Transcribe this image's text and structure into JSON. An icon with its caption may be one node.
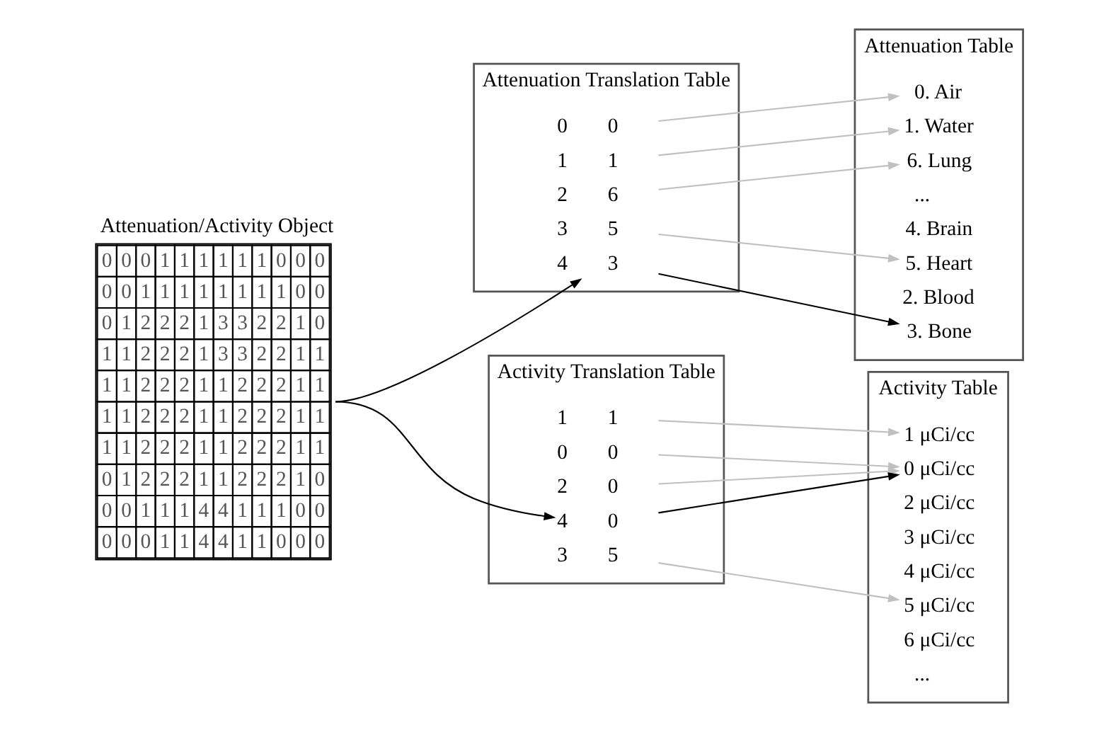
{
  "diagram": {
    "nodes": [
      {
        "text": [
          "Attenuation/Activity Object",
          "0 0 0 1 1 1 1 1 1 0 0 0",
          "0 0 1 1 1 1 1 1 1 1 0 0",
          "0 1 2 2 2 1 3 3 2 2 1 0",
          "1 1 2 2 2 1 3 3 2 2 1 1",
          "1 1 2 2 2 1 1 2 2 2 1 1",
          "1 1 2 2 2 1 1 2 2 2 1 1",
          "1 1 2 2 2 1 1 2 2 2 1 1",
          "0 1 2 2 2 1 1 2 2 2 1 0",
          "0 0 1 1 1 4 4 1 1 1 0 0",
          "0 0 0 1 1 4 4 1 1 0 0 0"
        ]
      },
      {
        "text": [
          "Attenuation Translation Table"
        ]
      },
      {
        "text": [
          "0",
          "0"
        ],
        "in": 1
      },
      {
        "text": [
          "1",
          "1"
        ],
        "in": 1
      },
      {
        "text": [
          "2",
          "6"
        ],
        "in": 1
      },
      {
        "text": [
          "3",
          "5"
        ],
        "in": 1
      },
      {
        "text": [
          "4",
          "3"
        ],
        "in": 1
      },
      {
        "text": [
          "Attenuation Table"
        ]
      },
      {
        "text": [
          "0. Air"
        ],
        "in": 7
      },
      {
        "text": [
          "1. Water"
        ],
        "in": 7
      },
      {
        "text": [
          "2. Blood"
        ],
        "in": 7
      },
      {
        "text": [
          "3. Bone"
        ],
        "in": 7
      },
      {
        "text": [
          "4. Brain"
        ],
        "in": 7
      },
      {
        "text": [
          "5. Heart"
        ],
        "in": 7
      },
      {
        "text": [
          "6. Lung"
        ],
        "in": 7
      },
      {
        "text": [
          "..."
        ],
        "in": 7
      },
      {
        "text": [
          "Activity Translation Table"
        ]
      },
      {
        "text": [
          "0",
          "0"
        ],
        "in": 16
      },
      {
        "text": [
          "1",
          "1"
        ],
        "in": 16
      },
      {
        "text": [
          "2",
          "0"
        ],
        "in": 16
      },
      {
        "text": [
          "3",
          "5"
        ],
        "in": 16
      },
      {
        "text": [
          "4",
          "0"
        ],
        "in": 16
      },
      {
        "text": [
          "Activity Table"
        ]
      },
      {
        "text": [
          "0 μCi/cc"
        ],
        "in": 22
      },
      {
        "text": [
          "1 μCi/cc"
        ],
        "in": 22
      },
      {
        "text": [
          "2 μCi/cc"
        ],
        "in": 22
      },
      {
        "text": [
          "3 μCi/cc"
        ],
        "in": 22
      },
      {
        "text": [
          "4 μCi/cc"
        ],
        "in": 22
      },
      {
        "text": [
          "5 μCi/cc"
        ],
        "in": 22
      },
      {
        "text": [
          "6 μCi/cc"
        ],
        "in": 22
      },
      {
        "text": [
          "..."
        ],
        "in": 22
      }
    ],
    "edges": [
      {
        "from": 0,
        "to": 6,
        "arrow": "to",
        "color": "#000000"
      },
      {
        "from": 0,
        "to": 21,
        "arrow": "to",
        "color": "#000000"
      },
      {
        "from": 2,
        "to": 8,
        "arrow": "to"
      },
      {
        "from": 3,
        "to": 9,
        "arrow": "to"
      },
      {
        "from": 4,
        "to": 14,
        "arrow": "to"
      },
      {
        "from": 5,
        "to": 13,
        "arrow": "to"
      },
      {
        "from": 6,
        "to": 11,
        "arrow": "to",
        "color": "#000000"
      },
      {
        "from": 17,
        "to": 23,
        "arrow": "to"
      },
      {
        "from": 18,
        "to": 24,
        "arrow": "to"
      },
      {
        "from": 19,
        "to": 23,
        "arrow": "to"
      },
      {
        "from": 20,
        "to": 28,
        "arrow": "to"
      },
      {
        "from": 21,
        "to": 23,
        "arrow": "to",
        "color": "#000000"
      }
    ]
  }
}
